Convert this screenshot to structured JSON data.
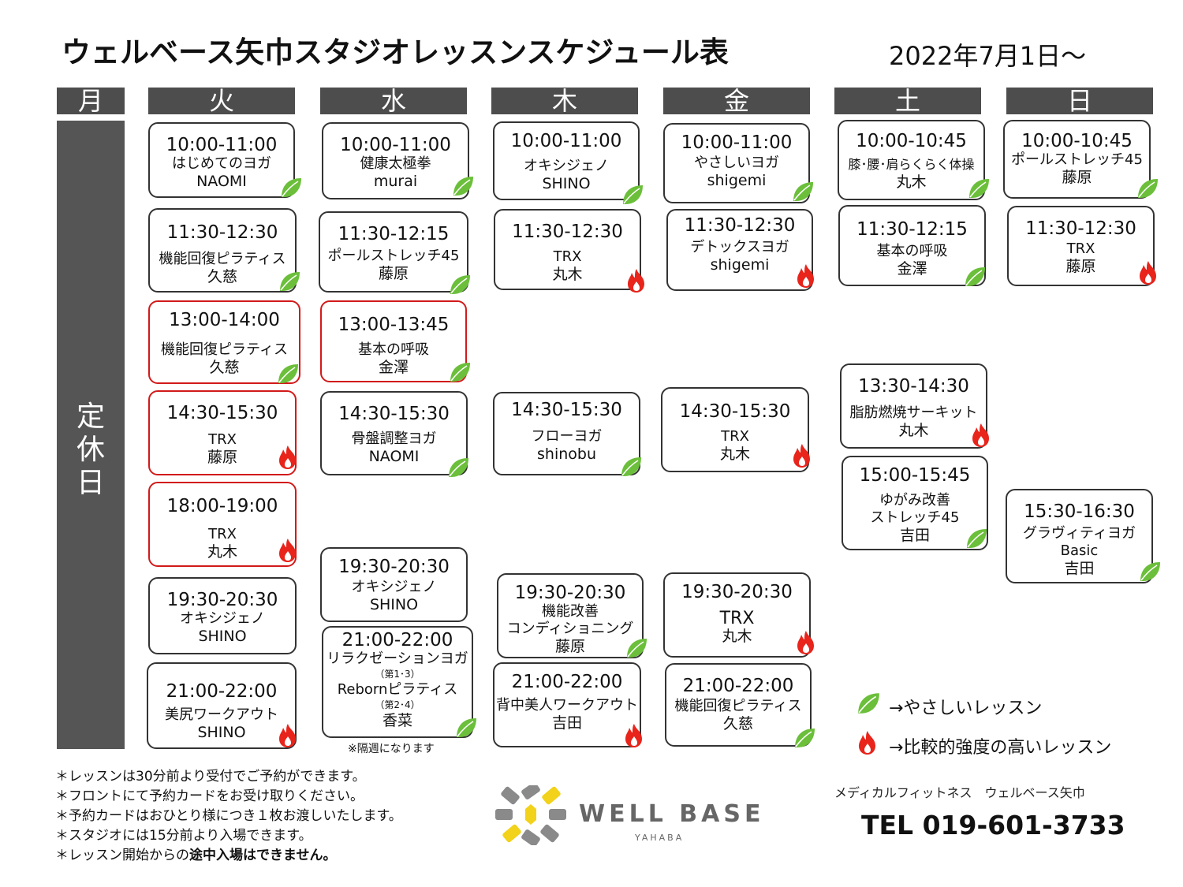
{
  "header": {
    "title": "ウェルベース矢巾スタジオレッスンスケジュール表",
    "date": "2022年7月1日～"
  },
  "days": [
    "月",
    "火",
    "水",
    "木",
    "金",
    "土",
    "日"
  ],
  "closed_label": "定休日",
  "colors": {
    "header_bg": "#4d4d4d",
    "closed_bg": "#555555",
    "easy": "#6bbf3a",
    "intense": "#e8241b",
    "highlight_border": "#d21a1a"
  },
  "lessons": {
    "tue": [
      {
        "time": "10:00-11:00",
        "name": "はじめてのヨガ",
        "instructor": "NAOMI",
        "icon": "leaf-icon"
      },
      {
        "time": "11:30-12:30",
        "name": "機能回復ピラティス",
        "instructor": "久慈",
        "icon": "leaf-icon"
      },
      {
        "time": "13:00-14:00",
        "name": "機能回復ピラティス",
        "instructor": "久慈",
        "icon": "leaf-icon"
      },
      {
        "time": "14:30-15:30",
        "name": "TRX",
        "instructor": "藤原",
        "icon": "flame-icon"
      },
      {
        "time": "18:00-19:00",
        "name": "TRX",
        "instructor": "丸木",
        "icon": "flame-icon"
      },
      {
        "time": "19:30-20:30",
        "name": "オキシジェノ",
        "instructor": "SHINO",
        "icon": "none"
      },
      {
        "time": "21:00-22:00",
        "name": "美尻ワークアウト",
        "instructor": "SHINO",
        "icon": "flame-icon"
      }
    ],
    "wed": [
      {
        "time": "10:00-11:00",
        "name": "健康太極拳",
        "instructor": "murai",
        "icon": "leaf-icon"
      },
      {
        "time": "11:30-12:15",
        "name": "ポールストレッチ45",
        "instructor": "藤原",
        "icon": "leaf-icon"
      },
      {
        "time": "13:00-13:45",
        "name": "基本の呼吸",
        "instructor": "金澤",
        "icon": "leaf-icon"
      },
      {
        "time": "14:30-15:30",
        "name": "骨盤調整ヨガ",
        "instructor": "NAOMI",
        "icon": "leaf-icon"
      },
      {
        "time": "19:30-20:30",
        "name": "オキシジェノ",
        "instructor": "SHINO",
        "icon": "none"
      },
      {
        "time": "21:00-22:00",
        "name": "リラクゼーションヨガ",
        "sub1": "（第1･3）",
        "name2": "Rebornピラティス",
        "sub2": "（第2･4）",
        "instructor": "香菜",
        "icon": "leaf-icon"
      }
    ],
    "thu": [
      {
        "time": "10:00-11:00",
        "name": "オキシジェノ",
        "instructor": "SHINO",
        "icon": "leaf-icon"
      },
      {
        "time": "11:30-12:30",
        "name": "TRX",
        "instructor": "丸木",
        "icon": "flame-icon"
      },
      {
        "time": "14:30-15:30",
        "name": "フローヨガ",
        "instructor": "shinobu",
        "icon": "leaf-icon"
      },
      {
        "time": "19:30-20:30",
        "name": "機能改善",
        "name2": "コンディショニング",
        "instructor": "藤原",
        "icon": "leaf-icon"
      },
      {
        "time": "21:00-22:00",
        "name": "背中美人ワークアウト",
        "instructor": "吉田",
        "icon": "flame-icon"
      }
    ],
    "fri": [
      {
        "time": "10:00-11:00",
        "name": "やさしいヨガ",
        "instructor": "shigemi",
        "icon": "leaf-icon"
      },
      {
        "time": "11:30-12:30",
        "name": "デトックスヨガ",
        "instructor": "shigemi",
        "icon": "flame-icon"
      },
      {
        "time": "14:30-15:30",
        "name": "TRX",
        "instructor": "丸木",
        "icon": "flame-icon"
      },
      {
        "time": "19:30-20:30",
        "name": "TRX",
        "instructor": "丸木",
        "icon": "flame-icon"
      },
      {
        "time": "21:00-22:00",
        "name": "機能回復ピラティス",
        "instructor": "久慈",
        "icon": "leaf-icon"
      }
    ],
    "sat": [
      {
        "time": "10:00-10:45",
        "name": "膝･腰･肩らくらく体操",
        "instructor": "丸木",
        "icon": "leaf-icon"
      },
      {
        "time": "11:30-12:15",
        "name": "基本の呼吸",
        "instructor": "金澤",
        "icon": "leaf-icon"
      },
      {
        "time": "13:30-14:30",
        "name": "脂肪燃焼サーキット",
        "instructor": "丸木",
        "icon": "flame-icon"
      },
      {
        "time": "15:00-15:45",
        "name": "ゆがみ改善",
        "name2": "ストレッチ45",
        "instructor": "吉田",
        "icon": "leaf-icon"
      }
    ],
    "sun": [
      {
        "time": "10:00-10:45",
        "name": "ポールストレッチ45",
        "instructor": "藤原",
        "icon": "leaf-icon"
      },
      {
        "time": "11:30-12:30",
        "name": "TRX",
        "instructor": "藤原",
        "icon": "flame-icon"
      },
      {
        "time": "15:30-16:30",
        "name": "グラヴィティヨガ",
        "name2": "Basic",
        "instructor": "吉田",
        "icon": "leaf-icon"
      }
    ]
  },
  "biweekly_note": "※隔週になります",
  "legend": {
    "easy": "→やさしいレッスン",
    "intense": "→比較的強度の高いレッスン"
  },
  "rules": [
    "＊レッスンは30分前より受付でご予約ができます。",
    "＊フロントにて予約カードをお受け取りください。",
    "＊予約カードはおひとり様につき１枚お渡しいたします。",
    "＊スタジオには15分前より入場できます。"
  ],
  "rule_last": {
    "prefix": "＊レッスン開始からの",
    "bold": "途中入場はできません。"
  },
  "logo": {
    "text": "WELL BASE",
    "sub": "YAHABA"
  },
  "company": "メディカルフィットネス　ウェルベース矢巾",
  "tel": "TEL 019-601-3733"
}
